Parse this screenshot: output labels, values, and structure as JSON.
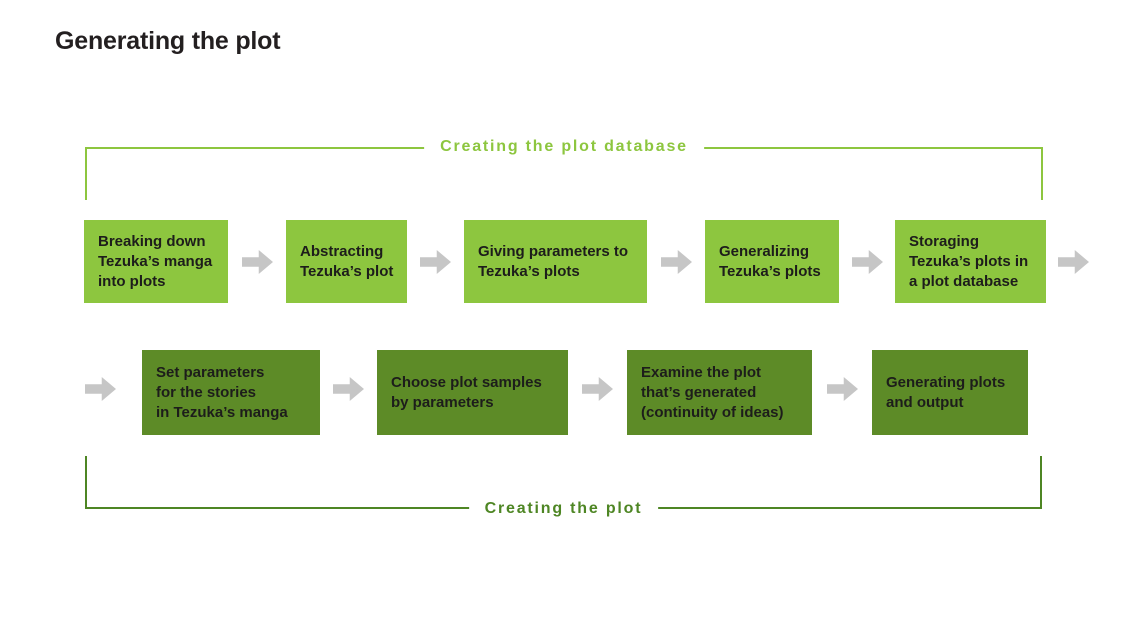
{
  "page": {
    "title": "Generating the plot"
  },
  "colors": {
    "light_green": "#8dc63f",
    "dark_green": "#5d8b27",
    "bottom_bracket_green": "#4e8624",
    "arrow_gray": "#c6c6c6",
    "box_text": "#1d1d1b",
    "title_text": "#231f20",
    "background": "#ffffff"
  },
  "top_bracket": {
    "label": "Creating the plot database"
  },
  "bottom_bracket": {
    "label": "Creating the plot"
  },
  "row1": {
    "group": "Creating the plot database",
    "boxes": [
      {
        "text": "Breaking down\nTezuka’s manga\ninto plots"
      },
      {
        "text": "Abstracting\nTezuka’s plot"
      },
      {
        "text": "Giving parameters to\nTezuka’s plots"
      },
      {
        "text": "Generalizing\nTezuka’s plots"
      },
      {
        "text": "Storaging\nTezuka’s plots in\na plot database"
      }
    ]
  },
  "row2": {
    "group": "Creating the plot",
    "boxes": [
      {
        "text": "Set parameters\nfor the stories\nin Tezuka’s manga"
      },
      {
        "text": "Choose plot samples\nby parameters"
      },
      {
        "text": "Examine the plot\nthat’s generated\n(continuity of ideas)"
      },
      {
        "text": "Generating plots\nand output"
      }
    ]
  }
}
